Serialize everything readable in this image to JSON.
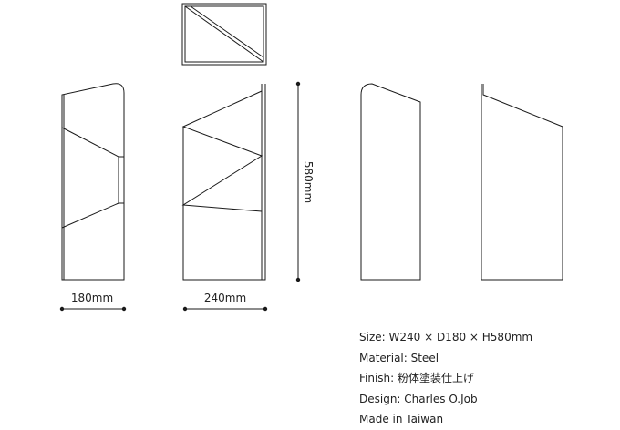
{
  "dimensions": {
    "depth": "180mm",
    "width": "240mm",
    "height": "580mm"
  },
  "specs": {
    "size": "Size: W240 × D180 × H580mm",
    "material": "Material: Steel",
    "finish": "Finish: 粉体塗装仕上げ",
    "design": "Design: Charles O.Job",
    "origin": "Made in Taiwan"
  }
}
